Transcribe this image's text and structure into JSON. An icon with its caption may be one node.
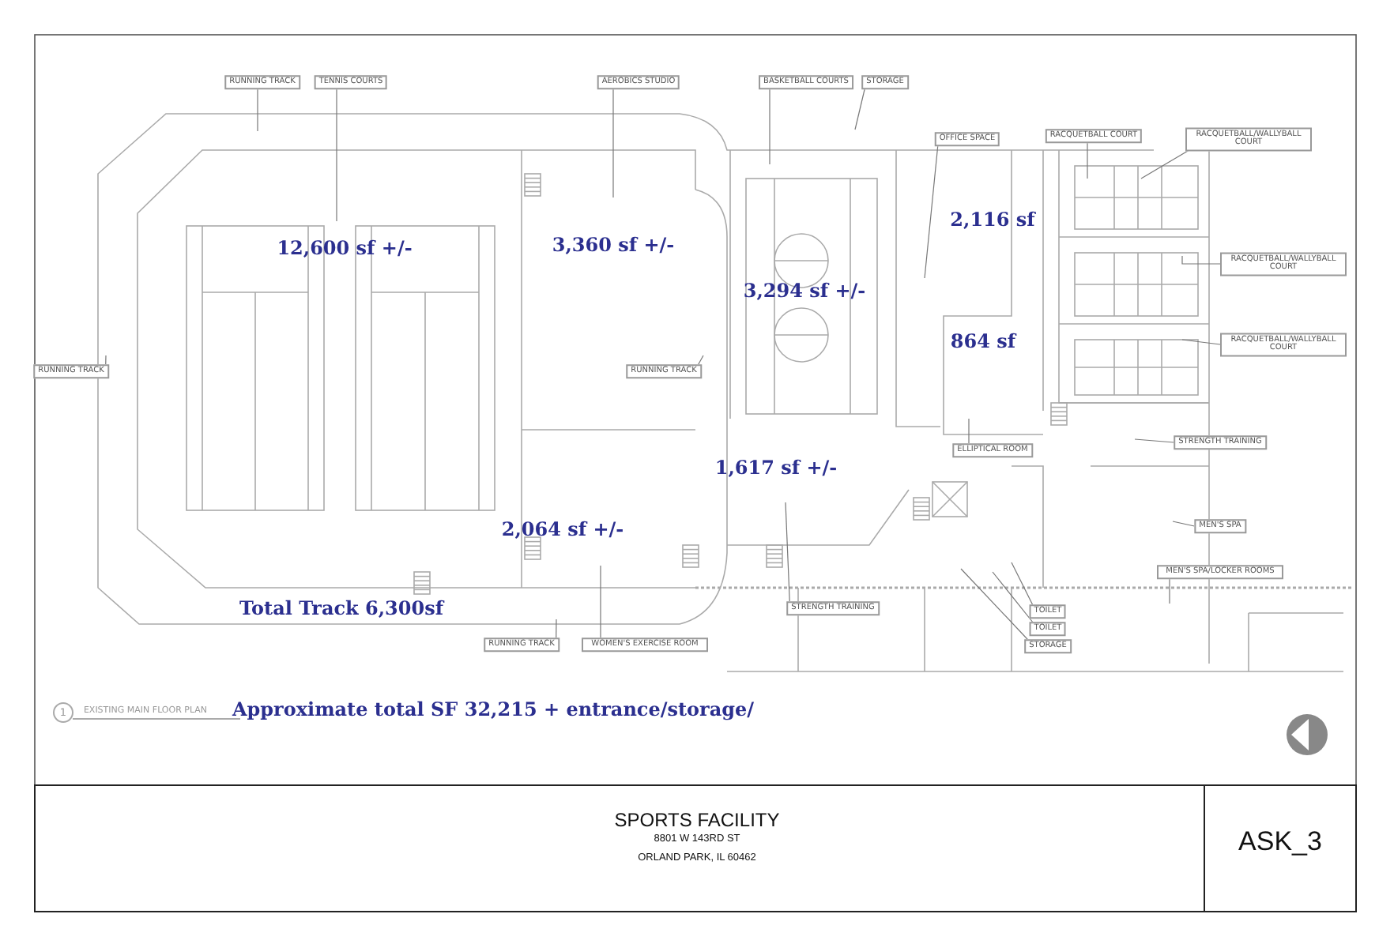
{
  "diagram": {
    "nodes": [
      {
        "text": [
          "RUNNING TRACK"
        ]
      },
      {
        "text": [
          "TENNIS COURTS"
        ]
      },
      {
        "text": [
          "AEROBICS STUDIO"
        ]
      },
      {
        "text": [
          "BASKETBALL COURTS"
        ]
      },
      {
        "text": [
          "STORAGE"
        ]
      },
      {
        "text": [
          "OFFICE SPACE"
        ]
      },
      {
        "text": [
          "RACQUETBALL COURT"
        ]
      },
      {
        "text": [
          "RACQUETBALL/WALLYBALL COURT"
        ]
      },
      {
        "text": [
          "RACQUETBALL/WALLYBALL COURT"
        ]
      },
      {
        "text": [
          "RACQUETBALL/WALLYBALL COURT"
        ]
      },
      {
        "text": [
          "RUNNING TRACK"
        ]
      },
      {
        "text": [
          "RUNNING TRACK"
        ]
      },
      {
        "text": [
          "ELLIPTICAL ROOM"
        ]
      },
      {
        "text": [
          "STRENGTH TRAINING"
        ]
      },
      {
        "text": [
          "MEN'S SPA"
        ]
      },
      {
        "text": [
          "MEN'S SPA/LOCKER ROOMS"
        ]
      },
      {
        "text": [
          "STRENGTH TRAINING"
        ]
      },
      {
        "text": [
          "TOILET"
        ]
      },
      {
        "text": [
          "TOILET"
        ]
      },
      {
        "text": [
          "STORAGE"
        ]
      },
      {
        "text": [
          "RUNNING TRACK"
        ]
      },
      {
        "text": [
          "WOMEN'S EXERCISE ROOM"
        ]
      }
    ],
    "edges": [
      {
        "from": 0,
        "to": null,
        "arrow": "none"
      },
      {
        "from": 1,
        "to": null,
        "arrow": "none"
      },
      {
        "from": 2,
        "to": null,
        "arrow": "none"
      },
      {
        "from": 3,
        "to": null,
        "arrow": "none"
      },
      {
        "from": 4,
        "to": null,
        "arrow": "none"
      },
      {
        "from": 5,
        "to": null,
        "arrow": "none"
      },
      {
        "from": 6,
        "to": null,
        "arrow": "none"
      },
      {
        "from": 7,
        "to": null,
        "arrow": "none"
      },
      {
        "from": 8,
        "to": null,
        "arrow": "none"
      },
      {
        "from": 9,
        "to": null,
        "arrow": "none"
      },
      {
        "from": 10,
        "to": null,
        "arrow": "none"
      },
      {
        "from": 11,
        "to": null,
        "arrow": "none"
      },
      {
        "from": 12,
        "to": null,
        "arrow": "none"
      },
      {
        "from": 13,
        "to": null,
        "arrow": "none"
      },
      {
        "from": 14,
        "to": null,
        "arrow": "none"
      },
      {
        "from": 15,
        "to": null,
        "arrow": "none"
      },
      {
        "from": 16,
        "to": null,
        "arrow": "none"
      },
      {
        "from": 17,
        "to": null,
        "arrow": "none"
      },
      {
        "from": 18,
        "to": null,
        "arrow": "none"
      },
      {
        "from": 19,
        "to": null,
        "arrow": "none"
      },
      {
        "from": 20,
        "to": null,
        "arrow": "none"
      },
      {
        "from": 21,
        "to": null,
        "arrow": "none"
      }
    ],
    "labels": [
      "12,600 sf +/-",
      "3,360 sf +/-",
      "2,116 sf",
      "3,294 sf +/-",
      "864 sf",
      "1,617 sf +/-",
      "2,064 sf +/-",
      "Total Track 6,300sf",
      "1",
      "EXISTING MAIN FLOOR PLAN",
      "Approximate total SF 32,215 + entrance/storage/",
      "SPORTS FACILITY",
      "8801 W 143RD ST",
      "ORLAND PARK, IL 60462",
      "ASK_3"
    ]
  }
}
